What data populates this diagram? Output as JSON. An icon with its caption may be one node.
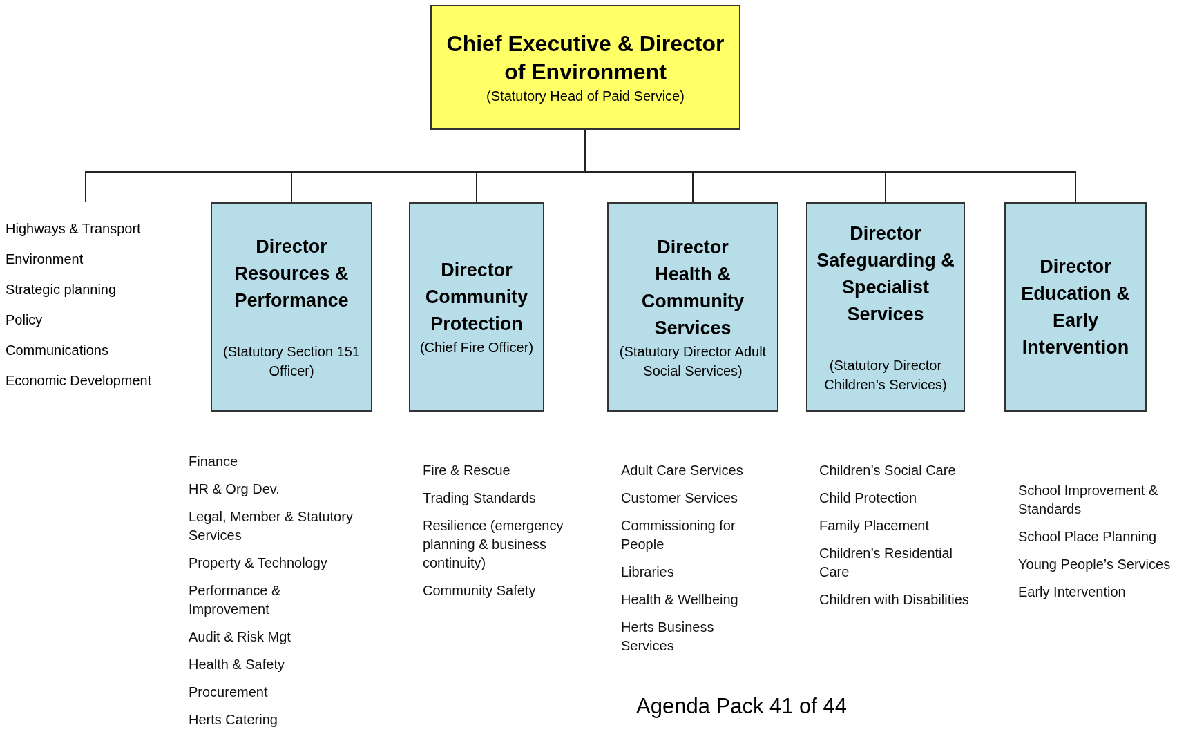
{
  "diagram": {
    "nodes": [
      {
        "text": [
          "Chief Executive & Director of Environment",
          "(Statutory Head of Paid Service)"
        ]
      },
      {
        "text": [
          "Highways & Transport",
          "Environment",
          "Strategic planning",
          "Policy",
          "Communications",
          "Economic Development"
        ]
      },
      {
        "text": [
          "Director Resources & Performance",
          "(Statutory Section 151 Officer)"
        ],
        "beside": [
          "Finance",
          "HR & Org Dev.",
          "Legal, Member & Statutory Services",
          "Property & Technology",
          "Performance & Improvement",
          "Audit & Risk Mgt",
          "Health & Safety",
          "Procurement",
          "Herts Catering"
        ]
      },
      {
        "text": [
          "Director Community Protection",
          "(Chief Fire Officer)"
        ],
        "beside": [
          "Fire & Rescue",
          "Trading Standards",
          "Resilience (emergency planning & business continuity)",
          "Community Safety"
        ]
      },
      {
        "text": [
          "Director Health & Community Services",
          "(Statutory Director Adult Social Services)"
        ],
        "beside": [
          "Adult Care Services",
          "Customer Services",
          "Commissioning for People",
          "Libraries",
          "Health & Wellbeing",
          "Herts Business Services"
        ]
      },
      {
        "text": [
          "Director Safeguarding & Specialist Services",
          "(Statutory Director Children’s Services)"
        ],
        "beside": [
          "Children’s Social Care",
          "Child Protection",
          "Family Placement",
          "Children’s Residential Care",
          "Children with Disabilities"
        ]
      },
      {
        "text": [
          "Director Education & Early Intervention"
        ],
        "beside": [
          "School Improvement & Standards",
          "School Place Planning",
          "Young People’s Services",
          "Early Intervention"
        ]
      }
    ],
    "edges": [
      {
        "from": 0,
        "to": 1,
        "arrow": "none"
      },
      {
        "from": 0,
        "to": 2,
        "arrow": "none"
      },
      {
        "from": 0,
        "to": 3,
        "arrow": "none"
      },
      {
        "from": 0,
        "to": 4,
        "arrow": "none"
      },
      {
        "from": 0,
        "to": 5,
        "arrow": "none"
      },
      {
        "from": 0,
        "to": 6,
        "arrow": "none"
      }
    ],
    "labels": [
      "Agenda Pack 41 of 44"
    ]
  }
}
